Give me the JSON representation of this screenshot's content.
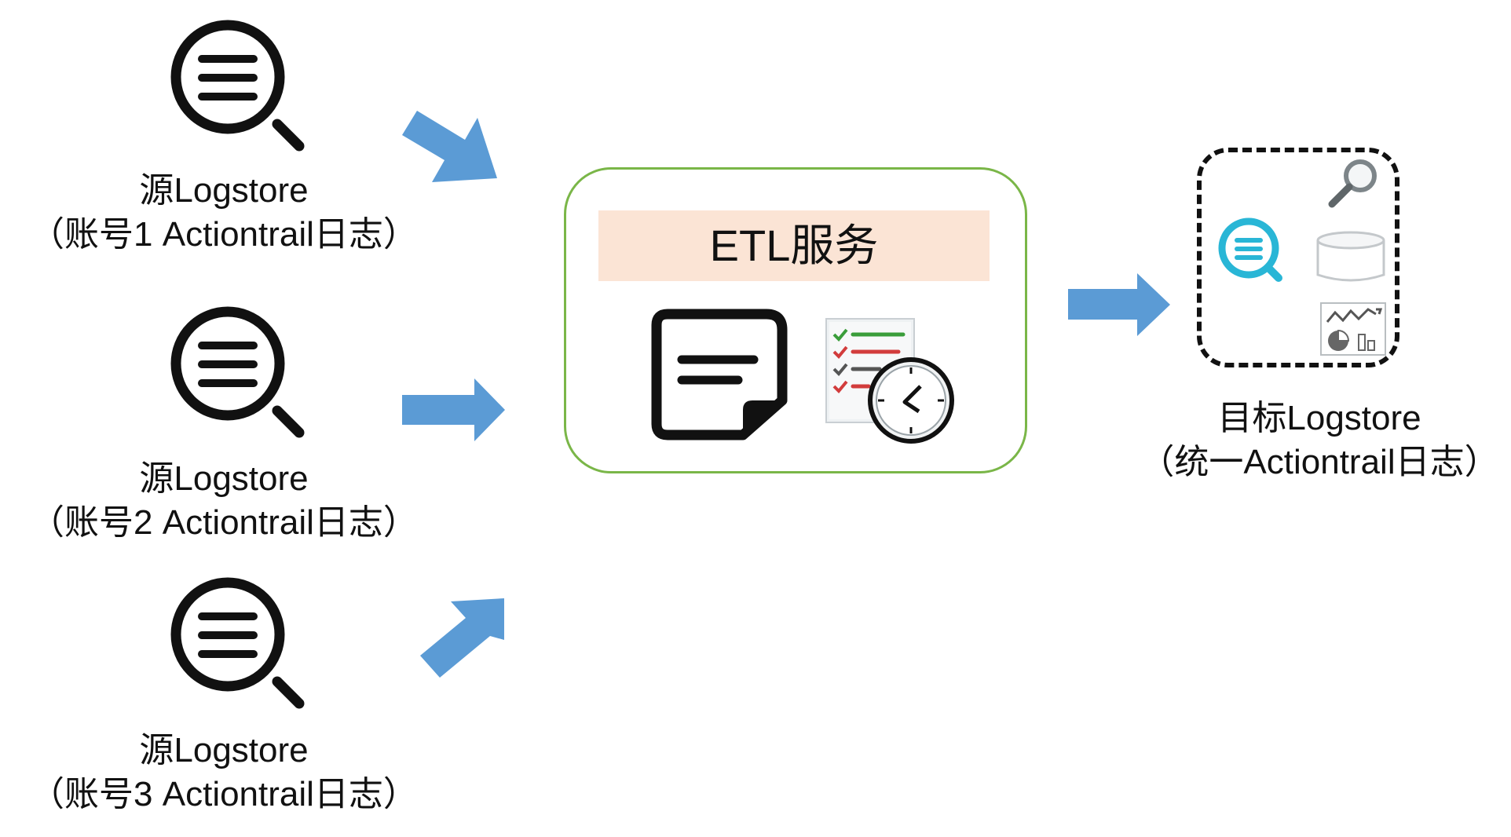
{
  "sources": [
    {
      "line1": "源Logstore",
      "line2": "（账号1 Actiontrail日志）"
    },
    {
      "line1": "源Logstore",
      "line2": "（账号2 Actiontrail日志）"
    },
    {
      "line1": "源Logstore",
      "line2": "（账号3 Actiontrail日志）"
    }
  ],
  "etl": {
    "title": "ETL服务"
  },
  "target": {
    "line1": "目标Logstore",
    "line2": "（统一Actiontrail日志）"
  },
  "icons": {
    "source": "log-search-icon",
    "etl_doc": "note-document-icon",
    "etl_schedule": "checklist-clock-icon",
    "target_search": "magnifier-icon",
    "target_log": "log-search-icon",
    "target_storage": "database-icon",
    "target_chart": "dashboard-chart-icon"
  },
  "colors": {
    "arrow": "#5b9bd5",
    "etl_border": "#7ab648",
    "etl_title_bg": "#fbe4d5",
    "target_log_icon": "#29b6d6",
    "check_green": "#3a9d3a",
    "check_red": "#d23c3c"
  }
}
